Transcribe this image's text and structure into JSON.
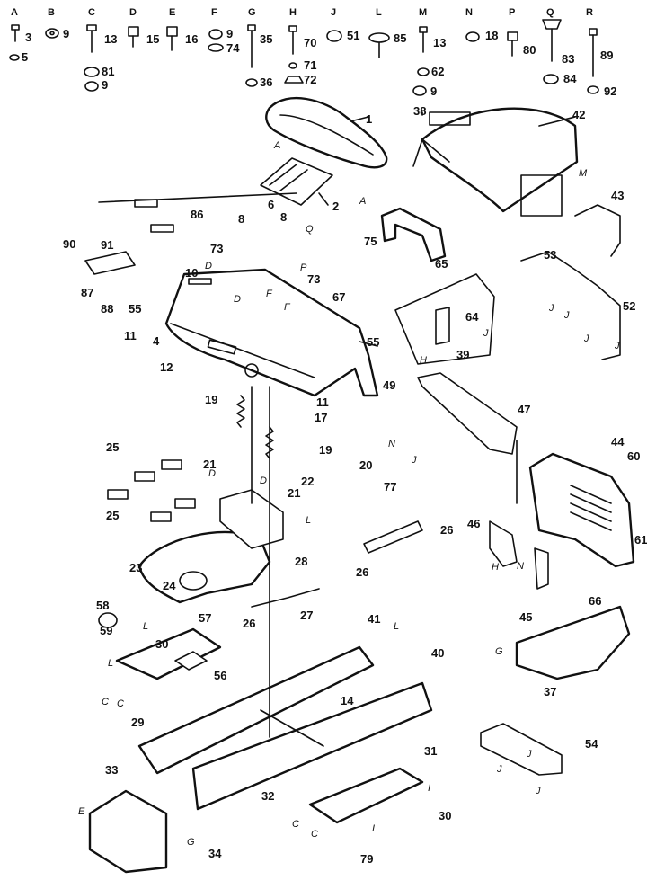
{
  "hardware_headers": [
    "A",
    "B",
    "C",
    "D",
    "E",
    "F",
    "G",
    "H",
    "J",
    "L",
    "M",
    "N",
    "P",
    "Q",
    "R"
  ],
  "hardware_parts": [
    "3",
    "5",
    "9",
    "13",
    "81",
    "9",
    "15",
    "16",
    "9",
    "74",
    "35",
    "36",
    "70",
    "71",
    "72",
    "51",
    "85",
    "13",
    "62",
    "9",
    "18",
    "80",
    "83",
    "84",
    "89",
    "92"
  ],
  "callouts": [
    "1",
    "2",
    "38",
    "42",
    "43",
    "86",
    "8",
    "6",
    "8",
    "90",
    "91",
    "87",
    "88",
    "73",
    "73",
    "10",
    "67",
    "55",
    "11",
    "4",
    "12",
    "55",
    "11",
    "75",
    "65",
    "64",
    "39",
    "53",
    "52",
    "19",
    "17",
    "19",
    "25",
    "25",
    "21",
    "21",
    "22",
    "20",
    "26",
    "23",
    "24",
    "28",
    "26",
    "27",
    "58",
    "59",
    "57",
    "30",
    "56",
    "26",
    "41",
    "29",
    "14",
    "33",
    "32",
    "31",
    "30",
    "40",
    "49",
    "47",
    "77",
    "44",
    "60",
    "61",
    "46",
    "45",
    "66",
    "37",
    "54",
    "34",
    "79"
  ],
  "reference_letters": [
    "A",
    "A",
    "Q",
    "P",
    "D",
    "F",
    "D",
    "F",
    "H",
    "J",
    "J",
    "J",
    "J",
    "J",
    "M",
    "L",
    "L",
    "L",
    "L",
    "C",
    "C",
    "C",
    "C",
    "I",
    "I",
    "E",
    "G",
    "G",
    "H",
    "N",
    "N",
    "J",
    "J",
    "J",
    "J",
    "D",
    "D"
  ]
}
